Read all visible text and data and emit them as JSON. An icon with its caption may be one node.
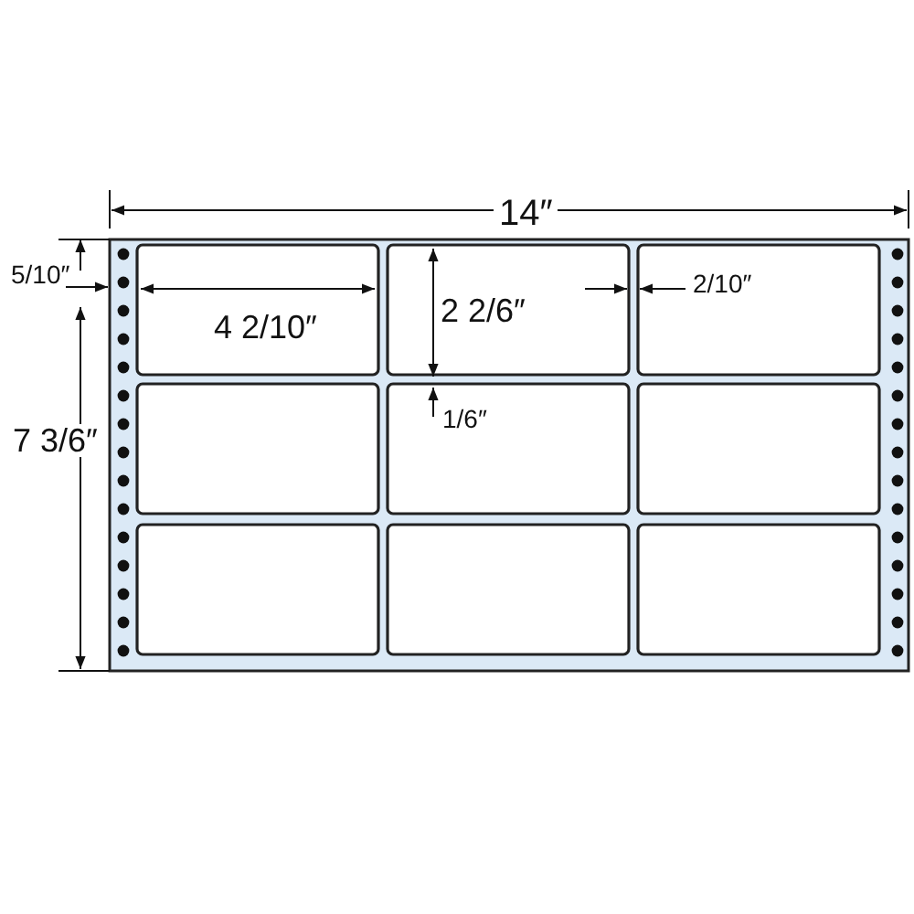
{
  "diagram": {
    "labels": [
      "14″",
      "5/10″",
      "4 2/10″",
      "2 2/6″",
      "2/10″",
      "1/6″",
      "7 3/6″"
    ]
  }
}
